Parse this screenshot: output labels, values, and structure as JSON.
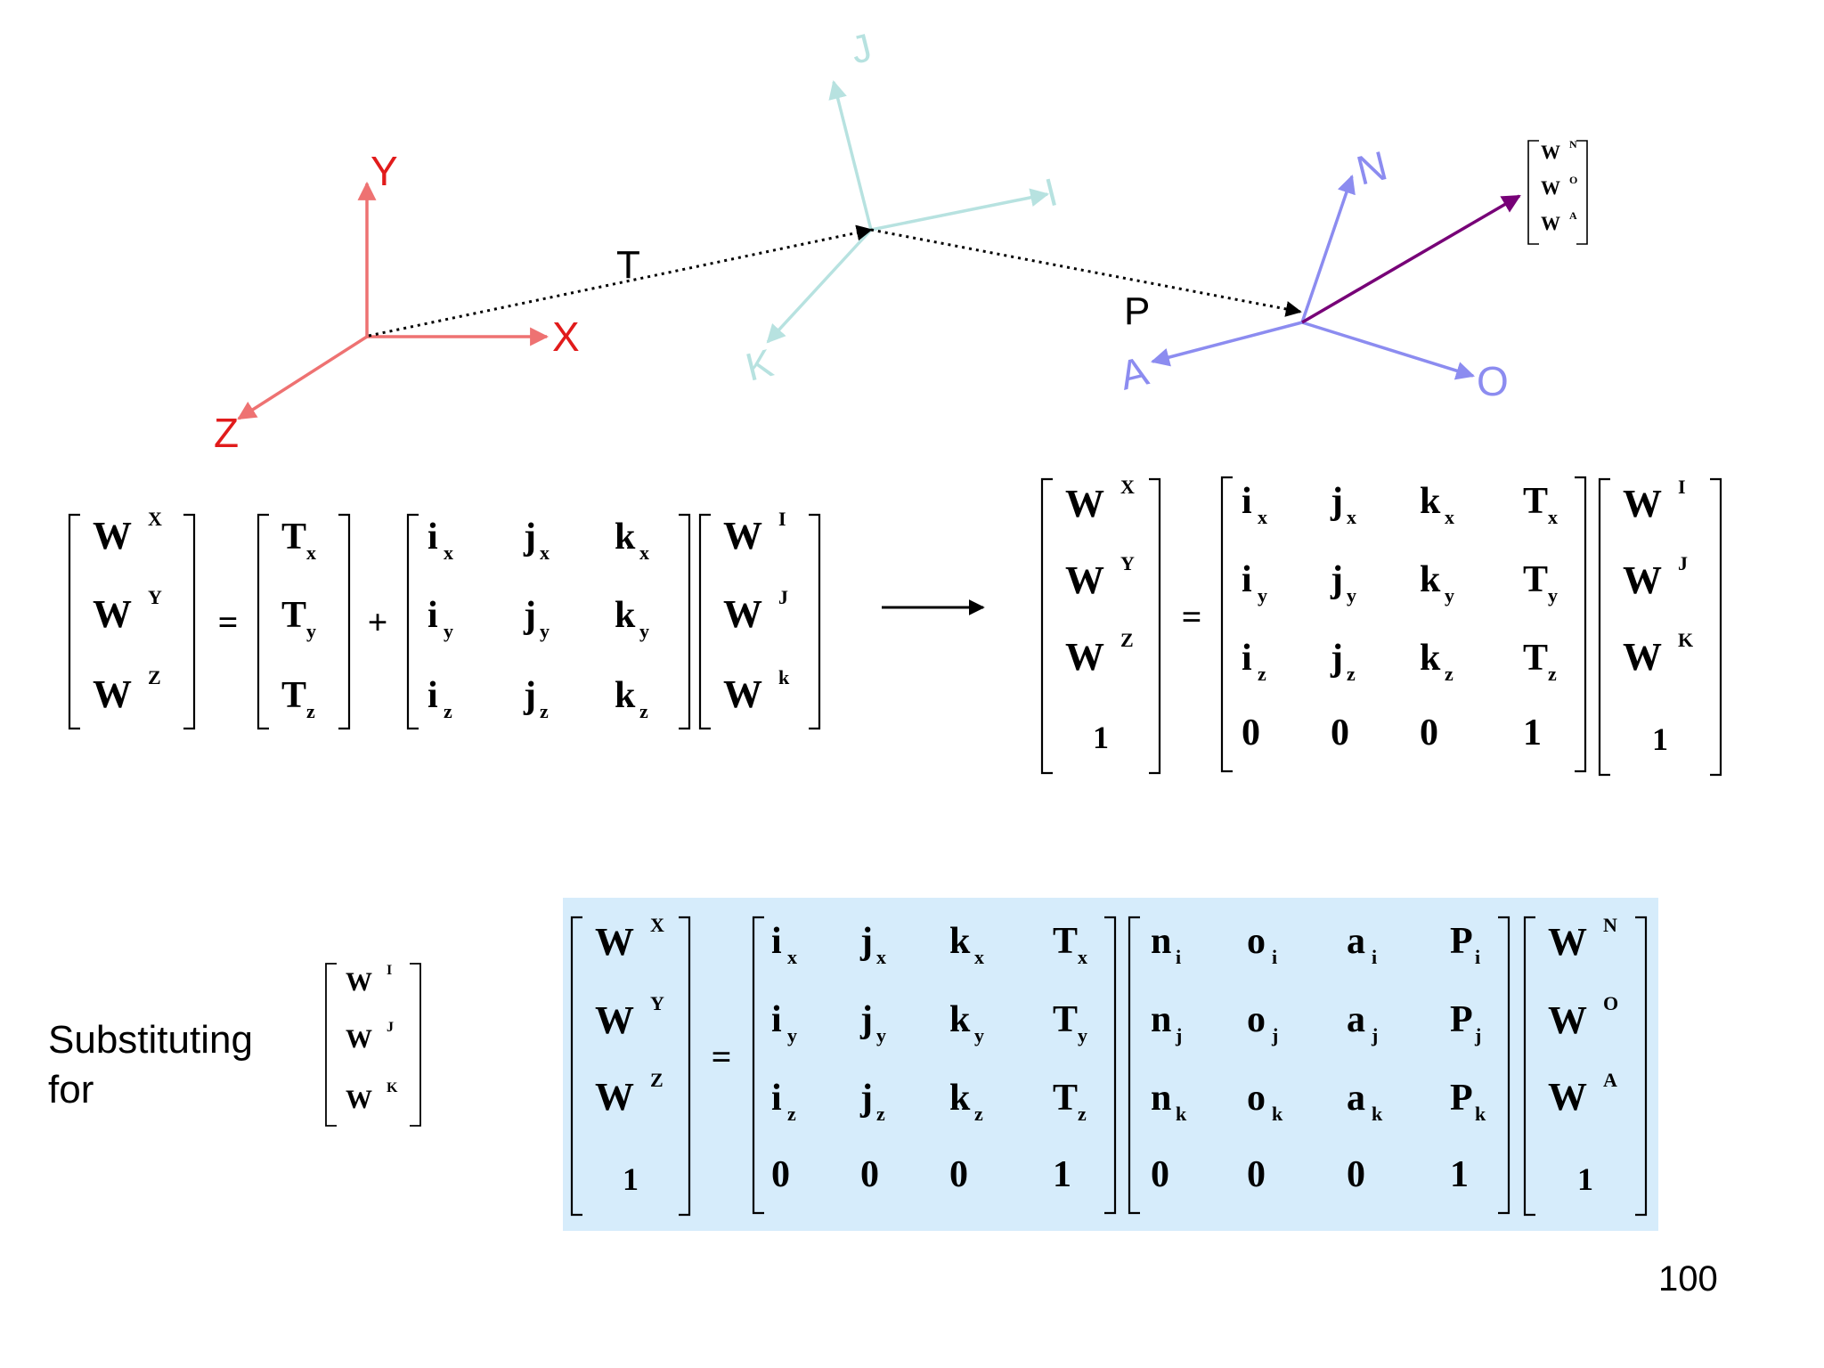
{
  "frames": {
    "world": {
      "y": "Y",
      "x": "X",
      "z": "Z",
      "color": "#ee7272",
      "label_color": "#e11b1b"
    },
    "middle": {
      "j": "J",
      "i": "I",
      "k": "K",
      "color": "#b7e2e0"
    },
    "tool": {
      "n": "N",
      "o": "O",
      "a": "A",
      "color": "#8c8cf0"
    }
  },
  "translations": {
    "t": "T",
    "p": "P"
  },
  "vector_color": "#770077",
  "w": "W",
  "small_vector_nao": [
    "N",
    "O",
    "A"
  ],
  "small_vector_ijk": [
    "I",
    "J",
    "K"
  ],
  "eq1": {
    "lhs": [
      "X",
      "Y",
      "Z"
    ],
    "T": [
      [
        "T",
        "x"
      ],
      [
        "T",
        "y"
      ],
      [
        "T",
        "z"
      ]
    ],
    "R": [
      [
        [
          "i",
          "x"
        ],
        [
          "j",
          "x"
        ],
        [
          "k",
          "x"
        ]
      ],
      [
        [
          "i",
          "y"
        ],
        [
          "j",
          "y"
        ],
        [
          "k",
          "y"
        ]
      ],
      [
        [
          "i",
          "z"
        ],
        [
          "j",
          "z"
        ],
        [
          "k",
          "z"
        ]
      ]
    ],
    "rhs": [
      "I",
      "J",
      "k"
    ],
    "equals": "=",
    "plus": "+"
  },
  "eq2": {
    "lhs": [
      "X",
      "Y",
      "Z"
    ],
    "one": "1",
    "M": [
      [
        [
          "i",
          "x"
        ],
        [
          "j",
          "x"
        ],
        [
          "k",
          "x"
        ],
        [
          "T",
          "x"
        ]
      ],
      [
        [
          "i",
          "y"
        ],
        [
          "j",
          "y"
        ],
        [
          "k",
          "y"
        ],
        [
          "T",
          "y"
        ]
      ],
      [
        [
          "i",
          "z"
        ],
        [
          "j",
          "z"
        ],
        [
          "k",
          "z"
        ],
        [
          "T",
          "z"
        ]
      ],
      [
        [
          "0",
          ""
        ],
        [
          "0",
          ""
        ],
        [
          "0",
          ""
        ],
        [
          "1",
          ""
        ]
      ]
    ],
    "rhs": [
      "I",
      "J",
      "K"
    ],
    "equals": "="
  },
  "eq3": {
    "lhs": [
      "X",
      "Y",
      "Z"
    ],
    "one": "1",
    "M1": [
      [
        [
          "i",
          "x"
        ],
        [
          "j",
          "x"
        ],
        [
          "k",
          "x"
        ],
        [
          "T",
          "x"
        ]
      ],
      [
        [
          "i",
          "y"
        ],
        [
          "j",
          "y"
        ],
        [
          "k",
          "y"
        ],
        [
          "T",
          "y"
        ]
      ],
      [
        [
          "i",
          "z"
        ],
        [
          "j",
          "z"
        ],
        [
          "k",
          "z"
        ],
        [
          "T",
          "z"
        ]
      ],
      [
        [
          "0",
          ""
        ],
        [
          "0",
          ""
        ],
        [
          "0",
          ""
        ],
        [
          "1",
          ""
        ]
      ]
    ],
    "M2": [
      [
        [
          "n",
          "i"
        ],
        [
          "o",
          "i"
        ],
        [
          "a",
          "i"
        ],
        [
          "P",
          "i"
        ]
      ],
      [
        [
          "n",
          "j"
        ],
        [
          "o",
          "j"
        ],
        [
          "a",
          "j"
        ],
        [
          "P",
          "j"
        ]
      ],
      [
        [
          "n",
          "k"
        ],
        [
          "o",
          "k"
        ],
        [
          "a",
          "k"
        ],
        [
          "P",
          "k"
        ]
      ],
      [
        [
          "0",
          ""
        ],
        [
          "0",
          ""
        ],
        [
          "0",
          ""
        ],
        [
          "1",
          ""
        ]
      ]
    ],
    "rhs": [
      "N",
      "O",
      "A"
    ],
    "equals": "="
  },
  "substituting": {
    "line1": "Substituting",
    "line2": "for"
  },
  "highlight_color": "#d6ecfb",
  "page_number": "100"
}
